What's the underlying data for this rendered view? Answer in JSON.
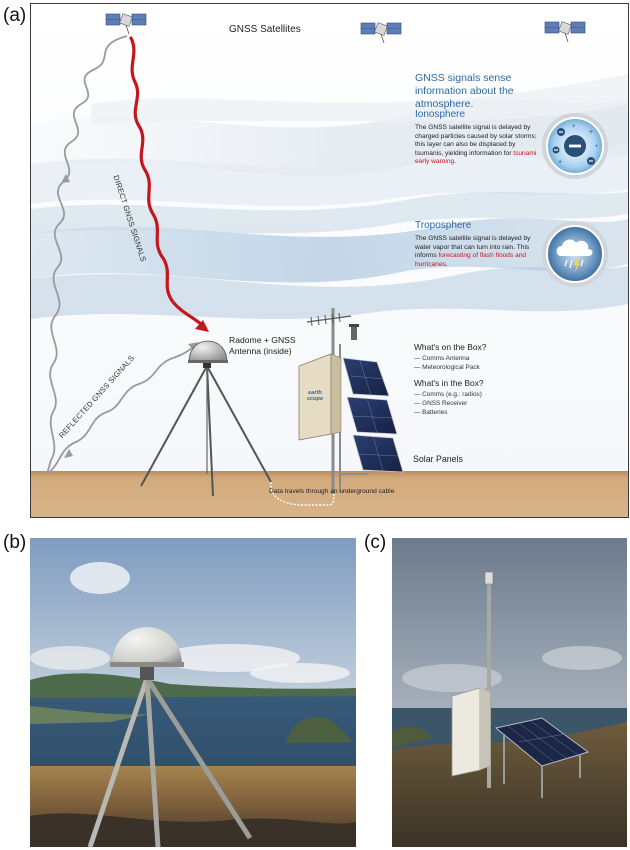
{
  "labels": {
    "a": "(a)",
    "b": "(b)",
    "c": "(c)"
  },
  "diagram": {
    "sat_title": "GNSS Satellites",
    "intro": "GNSS signals sense information about the atmosphere.",
    "ionosphere": {
      "title": "Ionosphere",
      "body": "The GNSS satellite signal is delayed by charged particles caused by solar storms; this layer can also be displaced by tsumanis, yielding information for",
      "highlight": "tsunami early warning",
      "end": "."
    },
    "troposphere": {
      "title": "Troposphere",
      "body": "The GNSS satellite signal is delayed by water vapor that can turn into rain. This informs",
      "highlight": "forecasting of flash floods and hurricanes",
      "end": "."
    },
    "direct_label": "DIRECT GNSS SIGNALS",
    "reflected_label": "REFLECTED GNSS SIGNALS",
    "radome_label": "Radome + GNSS Antenna (inside)",
    "box_on": {
      "title": "What's on the Box?",
      "items": [
        "— Comms Antenna",
        "— Meteorological Pack"
      ]
    },
    "box_in": {
      "title": "What's in the Box?",
      "items": [
        "— Comms (e.g.: radios)",
        "— GNSS Receiver",
        "— Batteries"
      ]
    },
    "solar_label": "Solar Panels",
    "cable_label": "Data travels  through an underground cable",
    "logo_text": "earth scope",
    "colors": {
      "signal_red": "#c4161c",
      "reflect_gray": "#9a9a9a",
      "ground": "#c9a274",
      "heading_blue": "#2b6aa8"
    }
  }
}
